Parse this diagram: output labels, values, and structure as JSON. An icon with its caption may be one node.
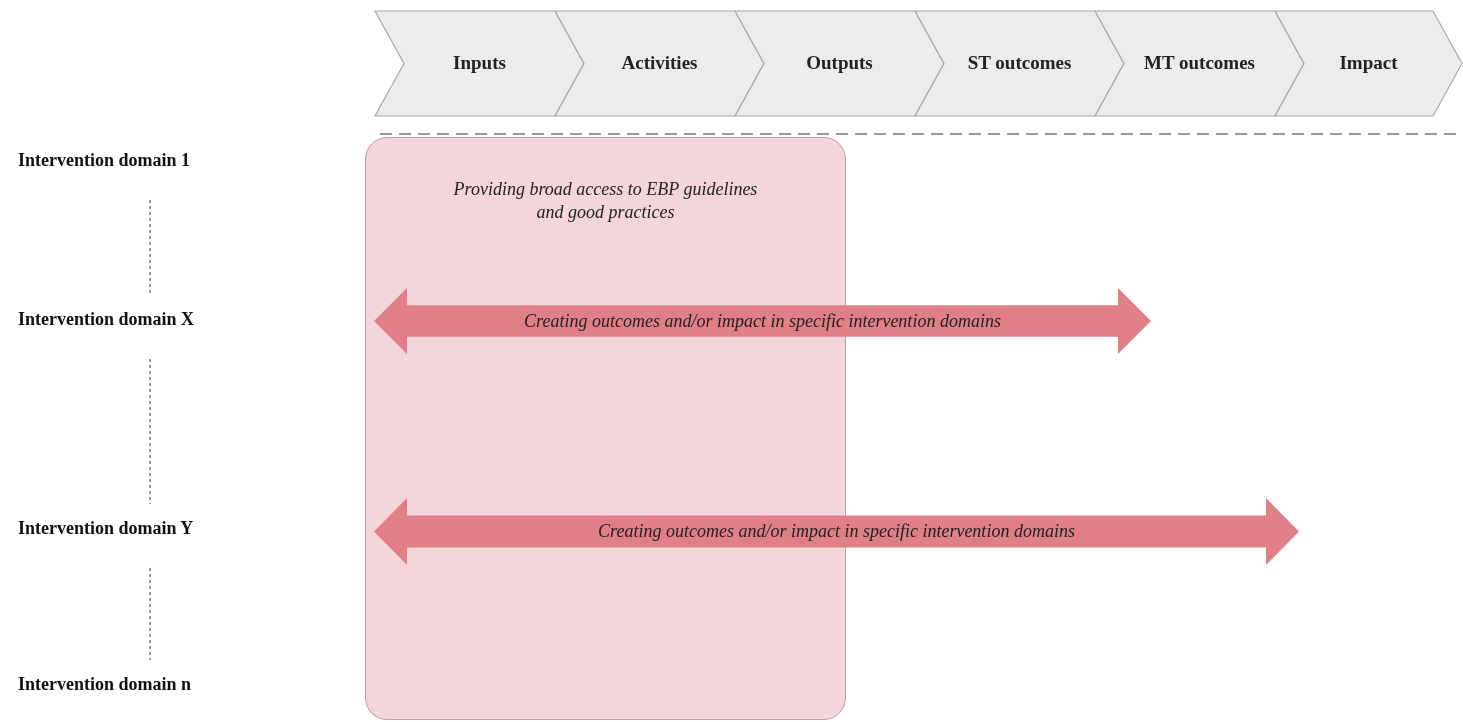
{
  "diagram": {
    "nodes": [
      {
        "text": [
          "Inputs"
        ]
      },
      {
        "text": [
          "Activities"
        ]
      },
      {
        "text": [
          "Outputs"
        ]
      },
      {
        "text": [
          "ST outcomes"
        ]
      },
      {
        "text": [
          "MT outcomes"
        ]
      },
      {
        "text": [
          "Impact"
        ]
      },
      {
        "text": [
          "Intervention domain 1"
        ]
      },
      {
        "text": [
          "Intervention domain X"
        ]
      },
      {
        "text": [
          "Intervention domain Y"
        ]
      },
      {
        "text": [
          "Intervention domain n"
        ]
      },
      {
        "text": [
          "Providing broad access to EBP guidelines and good practices"
        ]
      },
      {
        "text": [
          "Creating outcomes and/or impact in specific intervention domains"
        ]
      },
      {
        "text": [
          "Creating outcomes and/or impact in specific intervention domains"
        ]
      }
    ],
    "edges": [
      {
        "from": 6,
        "to": 7,
        "arrow": "none",
        "style": "dashed"
      },
      {
        "from": 7,
        "to": 8,
        "arrow": "none",
        "style": "dashed"
      },
      {
        "from": 8,
        "to": 9,
        "arrow": "none",
        "style": "dashed"
      }
    ]
  }
}
